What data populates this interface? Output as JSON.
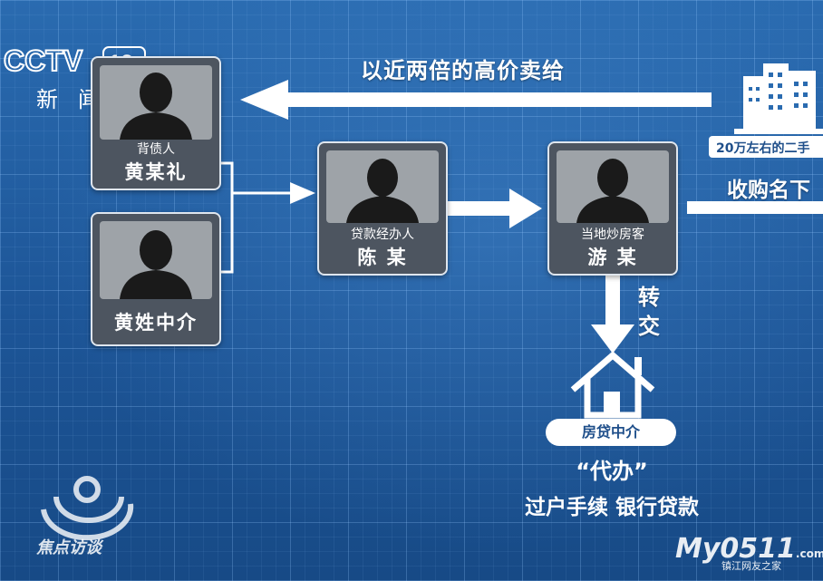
{
  "broadcaster": {
    "logo_text": "CCTV",
    "channel": "13",
    "channel_name": "新闻"
  },
  "people": [
    {
      "id": "huang-mouli",
      "role": "背债人",
      "name": "黄某礼"
    },
    {
      "id": "huang-agent",
      "role": "",
      "name": "黄姓中介"
    },
    {
      "id": "chen",
      "role": "贷款经办人",
      "name": "陈 某"
    },
    {
      "id": "you",
      "role": "当地炒房客",
      "name": "游 某"
    }
  ],
  "flows": {
    "resale": "以近两倍的高价卖给",
    "acquire": "收购名下",
    "transfer": "转交"
  },
  "property": {
    "label": "20万左右的二手"
  },
  "mortgage_agent": {
    "label": "房贷中介",
    "service_quote": "“代办”",
    "services": "过户手续 银行贷款"
  },
  "program": {
    "name": "焦点访谈"
  },
  "watermark": {
    "site": "My0511",
    "domain": ".com",
    "tagline": "镇江网友之家"
  },
  "colors": {
    "background": "#1f5a9c",
    "card": "#4d5560",
    "photo": "#9ea3a8",
    "arrow": "#ffffff"
  }
}
